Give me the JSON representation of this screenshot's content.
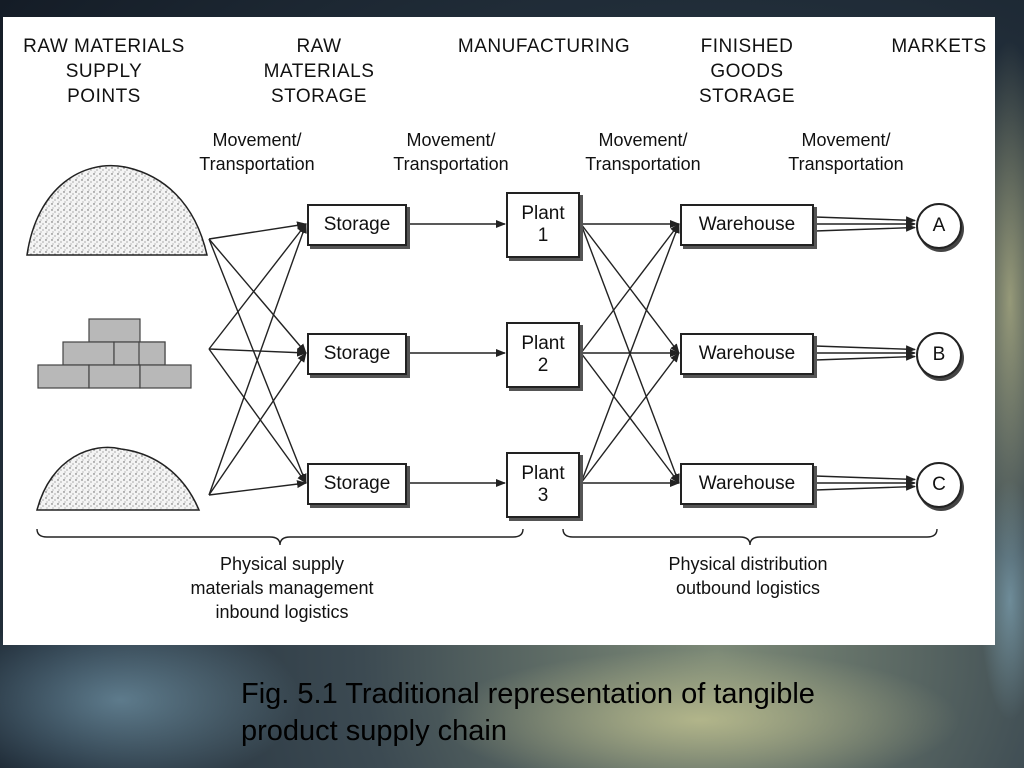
{
  "stages": [
    {
      "id": "raw-materials-supply-points",
      "label": "Raw materials\nsupply\npoints"
    },
    {
      "id": "raw-materials-storage",
      "label": "Raw\nmaterials\nstorage"
    },
    {
      "id": "manufacturing",
      "label": "Manufacturing"
    },
    {
      "id": "finished-goods-storage",
      "label": "Finished\ngoods\nstorage"
    },
    {
      "id": "markets",
      "label": "Markets"
    }
  ],
  "movement_label": "Movement/\nTransportation",
  "storage_boxes": [
    {
      "label": "Storage"
    },
    {
      "label": "Storage"
    },
    {
      "label": "Storage"
    }
  ],
  "plants": [
    {
      "label": "Plant\n1"
    },
    {
      "label": "Plant\n2"
    },
    {
      "label": "Plant\n3"
    }
  ],
  "warehouses": [
    {
      "label": "Warehouse"
    },
    {
      "label": "Warehouse"
    },
    {
      "label": "Warehouse"
    }
  ],
  "markets": [
    {
      "label": "A"
    },
    {
      "label": "B"
    },
    {
      "label": "C"
    }
  ],
  "brace_labels": {
    "inbound": "Physical supply\nmaterials management\ninbound logistics",
    "outbound": "Physical distribution\noutbound logistics"
  },
  "caption": "Fig. 5.1 Traditional representation of tangible\nproduct supply chain",
  "colors": {
    "line": "#222222",
    "panel": "#ffffff",
    "brick": "#b8b8b8"
  }
}
